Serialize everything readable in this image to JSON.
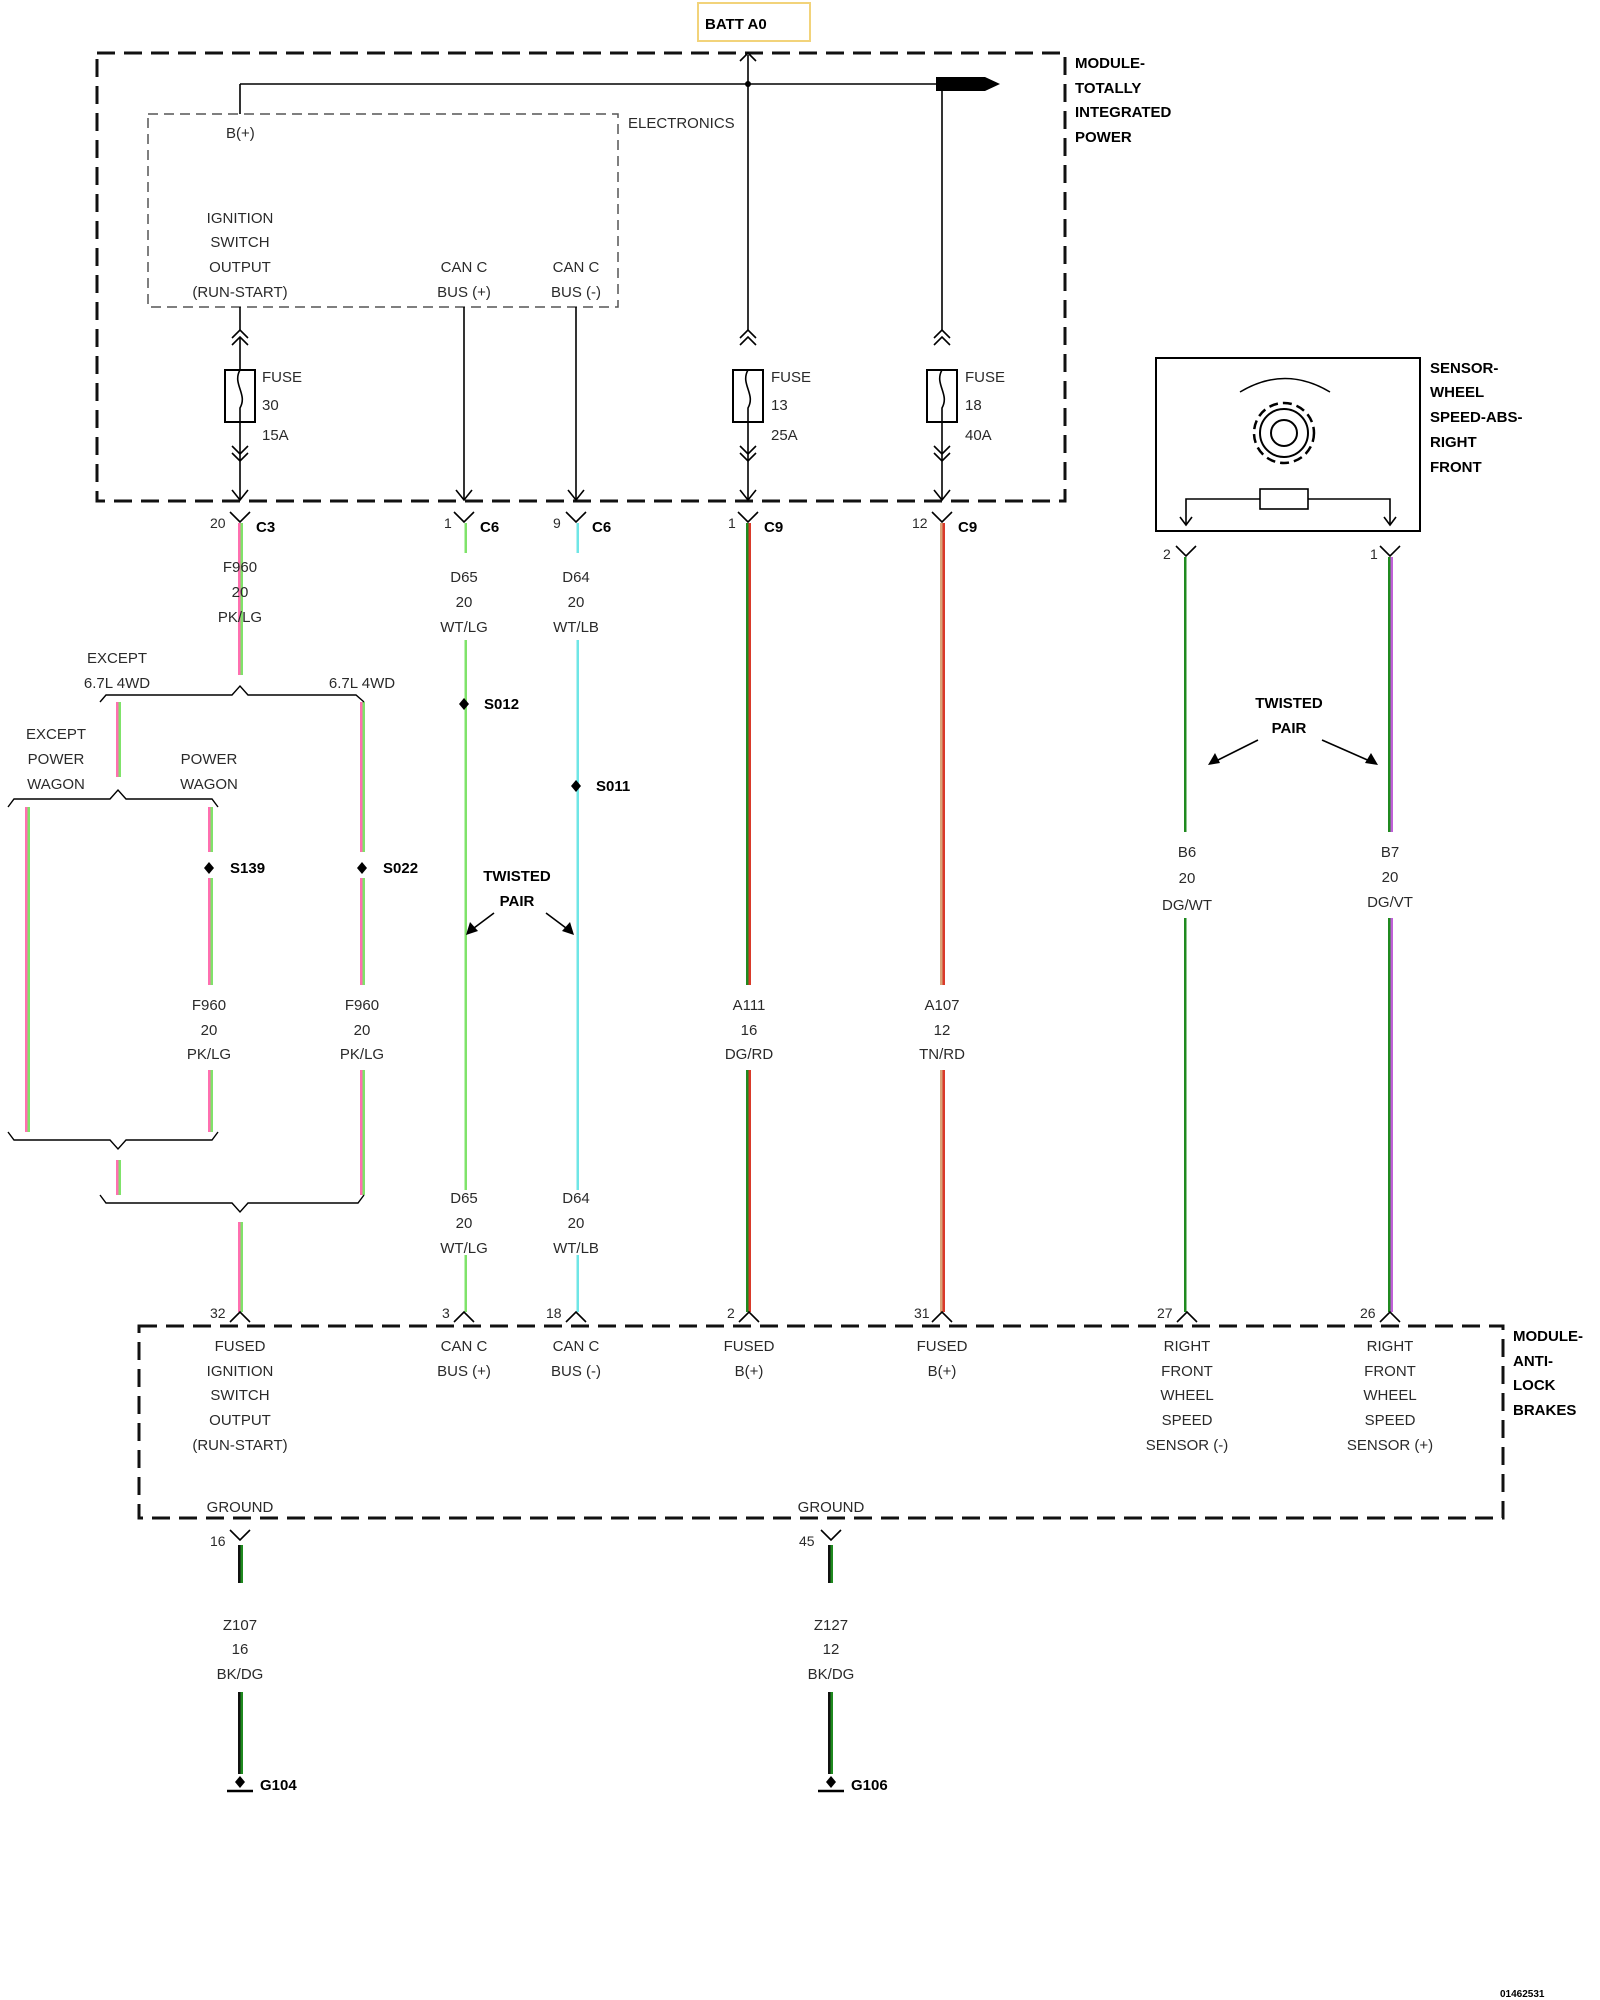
{
  "batt": "BATT A0",
  "tipm": {
    "title": [
      "MODULE-",
      "TOTALLY",
      "INTEGRATED",
      "POWER"
    ],
    "electronics": "ELECTRONICS",
    "bplus": "B(+)",
    "ign": [
      "IGNITION",
      "SWITCH",
      "OUTPUT",
      "(RUN-START)"
    ],
    "canp": [
      "CAN C",
      "BUS (+)"
    ],
    "canm": [
      "CAN C",
      "BUS (-)"
    ]
  },
  "fuses": [
    {
      "label": "FUSE",
      "num": "30",
      "amp": "15A"
    },
    {
      "label": "FUSE",
      "num": "13",
      "amp": "25A"
    },
    {
      "label": "FUSE",
      "num": "18",
      "amp": "40A"
    }
  ],
  "connectors_top": [
    {
      "pin": "20",
      "conn": "C3"
    },
    {
      "pin": "1",
      "conn": "C6"
    },
    {
      "pin": "9",
      "conn": "C6"
    },
    {
      "pin": "1",
      "conn": "C9"
    },
    {
      "pin": "12",
      "conn": "C9"
    }
  ],
  "sensor": {
    "title": [
      "SENSOR-",
      "WHEEL",
      "SPEED-ABS-",
      "RIGHT",
      "FRONT"
    ],
    "pin_left": "2",
    "pin_right": "1"
  },
  "wires_top": [
    [
      "F960",
      "20",
      "PK/LG"
    ],
    [
      "D65",
      "20",
      "WT/LG"
    ],
    [
      "D64",
      "20",
      "WT/LB"
    ]
  ],
  "branch": {
    "except_67": [
      "EXCEPT",
      "6.7L 4WD"
    ],
    "only_67": "6.7L 4WD",
    "except_pw": [
      "EXCEPT",
      "POWER",
      "WAGON"
    ],
    "pw": [
      "POWER",
      "WAGON"
    ]
  },
  "splices": [
    "S012",
    "S011",
    "S139",
    "S022"
  ],
  "twisted": [
    "TWISTED",
    "PAIR"
  ],
  "wires_mid": [
    [
      "F960",
      "20",
      "PK/LG"
    ],
    [
      "F960",
      "20",
      "PK/LG"
    ],
    [
      "A111",
      "16",
      "DG/RD"
    ],
    [
      "A107",
      "12",
      "TN/RD"
    ],
    [
      "B6",
      "20",
      "DG/WT"
    ],
    [
      "B7",
      "20",
      "DG/VT"
    ]
  ],
  "wires_low": [
    [
      "D65",
      "20",
      "WT/LG"
    ],
    [
      "D64",
      "20",
      "WT/LB"
    ]
  ],
  "abs_pins": [
    "32",
    "3",
    "18",
    "2",
    "31",
    "27",
    "26"
  ],
  "abs": {
    "title": [
      "MODULE-",
      "ANTI-",
      "LOCK",
      "BRAKES"
    ],
    "f1": [
      "FUSED",
      "IGNITION",
      "SWITCH",
      "OUTPUT",
      "(RUN-START)"
    ],
    "f2": [
      "CAN C",
      "BUS (+)"
    ],
    "f3": [
      "CAN C",
      "BUS (-)"
    ],
    "f4": [
      "FUSED",
      "B(+)"
    ],
    "f5": [
      "FUSED",
      "B(+)"
    ],
    "f6": [
      "RIGHT",
      "FRONT",
      "WHEEL",
      "SPEED",
      "SENSOR (-)"
    ],
    "f7": [
      "RIGHT",
      "FRONT",
      "WHEEL",
      "SPEED",
      "SENSOR (+)"
    ],
    "ground": "GROUND",
    "gpin1": "16",
    "gpin2": "45"
  },
  "ground_wires": [
    [
      "Z107",
      "16",
      "BK/DG"
    ],
    [
      "Z127",
      "12",
      "BK/DG"
    ]
  ],
  "grounds": [
    "G104",
    "G106"
  ],
  "figure_id": "01462531",
  "colors": {
    "pink": "#ff6fb0",
    "lightgreen": "#7fe36a",
    "white": "#ffffff",
    "lightblue": "#6fe6e6",
    "darkgreen": "#1f8a1f",
    "red": "#d93a2a",
    "tan": "#d9a57a",
    "violet": "#c060d8",
    "black": "#111111",
    "batt_border": "#f2d37a"
  }
}
